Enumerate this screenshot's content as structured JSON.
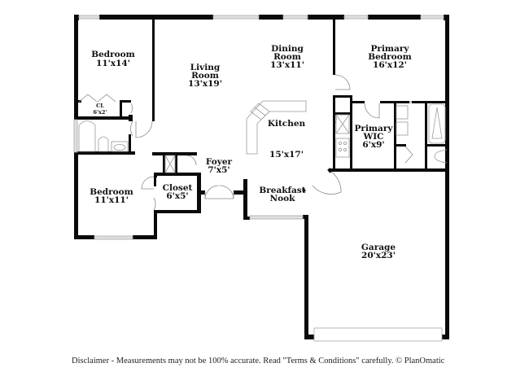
{
  "rooms": {
    "bedroom_nw": {
      "name": "Bedroom",
      "size": "11'x14'"
    },
    "closet_small": {
      "name": "CL",
      "size": "6'x2'"
    },
    "living_room": {
      "name_line1": "Living",
      "name_line2": "Room",
      "size": "13'x19'"
    },
    "dining_room": {
      "name_line1": "Dining",
      "name_line2": "Room",
      "size": "13'x11'"
    },
    "primary_bedroom": {
      "name_line1": "Primary",
      "name_line2": "Bedroom",
      "size": "16'x12'"
    },
    "kitchen": {
      "name": "Kitchen",
      "size": "15'x17'"
    },
    "primary_wic": {
      "name_line1": "Primary",
      "name_line2": "WIC",
      "size": "6'x9'"
    },
    "bedroom_sw": {
      "name": "Bedroom",
      "size": "11'x11'"
    },
    "closet": {
      "name": "Closet",
      "size": "6'x5'"
    },
    "foyer": {
      "name": "Foyer",
      "size": "7'x5'"
    },
    "breakfast_nook": {
      "name_line1": "Breakfast",
      "name_line2": "Nook"
    },
    "garage": {
      "name": "Garage",
      "size": "20'x23'"
    }
  },
  "disclaimer": "Disclaimer - Measurements may not be 100% accurate. Read \"Terms & Conditions\" carefully. © PlanOmatic",
  "colors": {
    "wall": "#0a0a0a",
    "window": "#c8c8c8",
    "fixture": "#9a9a9a",
    "background": "#ffffff"
  }
}
